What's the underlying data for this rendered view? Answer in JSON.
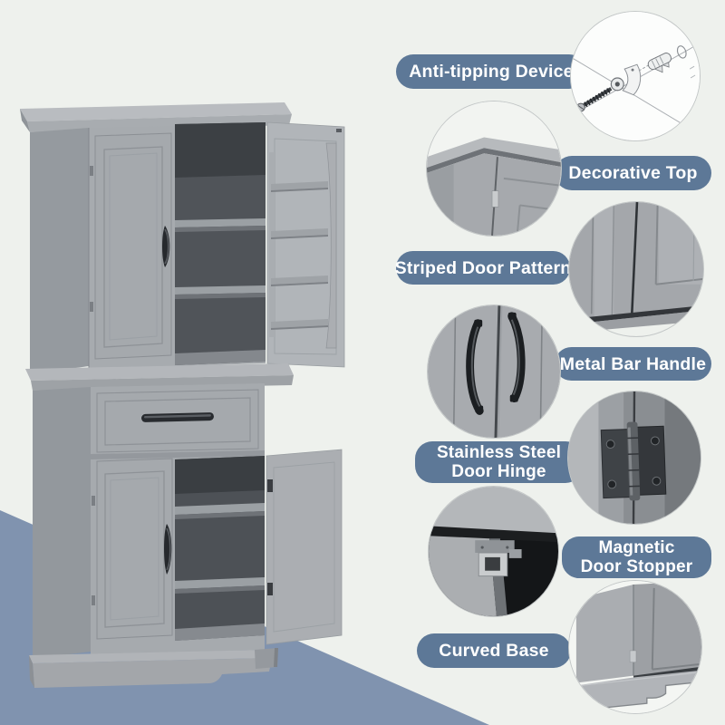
{
  "page": {
    "colors": {
      "background": "#eef1ed",
      "triangle": "#8093af",
      "pill": "#5d7897",
      "pill_text": "#ffffff",
      "circle_border": "#c3c7c7",
      "cabinet_grey": "#a6aaae",
      "cabinet_interior_grey": "#4d5156",
      "handle_black": "#26292d"
    }
  },
  "product_render": {
    "name": "grey-tall-storage-cabinet",
    "parts": [
      "decorative-top",
      "upper-closed-door",
      "upper-open-door-with-rack",
      "interior-shelves",
      "middle-drawer",
      "lower-closed-door",
      "lower-open-door",
      "curved-base"
    ]
  },
  "callouts": [
    {
      "id": "anti-tipping-device",
      "label": "Anti-tipping Device",
      "lines": [
        "Anti-tipping Device"
      ],
      "icon": "anti-tipping-hardware-diagram-icon"
    },
    {
      "id": "decorative-top",
      "label": "Decorative Top",
      "lines": [
        "Decorative Top"
      ],
      "icon": "cabinet-top-corner-closeup-icon"
    },
    {
      "id": "striped-door-pattern",
      "label": "Striped Door Pattern",
      "lines": [
        "Striped Door Pattern"
      ],
      "icon": "striped-door-closeup-icon"
    },
    {
      "id": "metal-bar-handle",
      "label": "Metal Bar Handle",
      "lines": [
        "Metal Bar Handle"
      ],
      "icon": "black-bar-handles-closeup-icon"
    },
    {
      "id": "stainless-steel-door-hinge",
      "label": "Stainless Steel Door Hinge",
      "lines": [
        "Stainless Steel",
        "Door Hinge"
      ],
      "icon": "door-hinge-closeup-icon"
    },
    {
      "id": "magnetic-door-stopper",
      "label": "Magnetic Door Stopper",
      "lines": [
        "Magnetic",
        "Door Stopper"
      ],
      "icon": "magnetic-stopper-closeup-icon"
    },
    {
      "id": "curved-base",
      "label": "Curved Base",
      "lines": [
        "Curved Base"
      ],
      "icon": "curved-base-closeup-icon"
    }
  ]
}
